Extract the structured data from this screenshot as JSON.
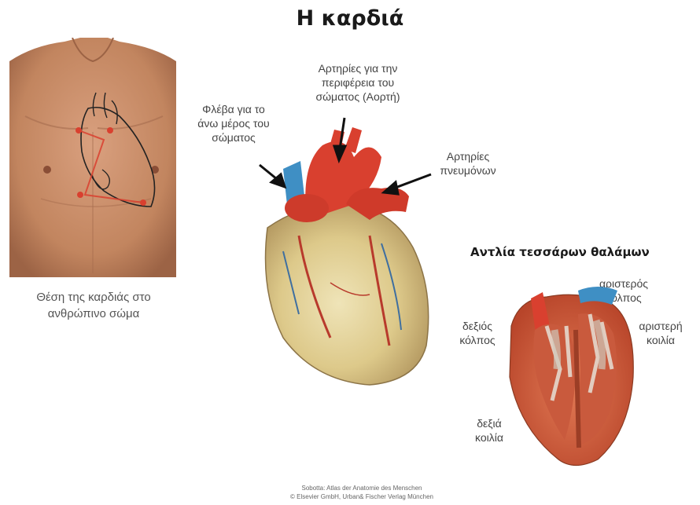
{
  "title": "Η καρδιά",
  "torso": {
    "caption_line1": "Θέση της καρδιάς στο",
    "caption_line2": "ανθρώπινο σώμα"
  },
  "heart_labels": {
    "aorta_line1": "Αρτηρίες για την",
    "aorta_line2": "περιφέρεια του",
    "aorta_line3": "σώματος (Αορτή)",
    "vein_line1": "Φλέβα για το",
    "vein_line2": "άνω μέρος του",
    "vein_line3": "σώματος",
    "pulmonary_line1": "Αρτηρίες",
    "pulmonary_line2": "πνευμόνων"
  },
  "pump": {
    "title": "Αντλία τεσσάρων θαλάμων",
    "left_atrium_line1": "αριστερός",
    "left_atrium_line2": "κόλπος",
    "right_atrium_line1": "δεξιός",
    "right_atrium_line2": "κόλπος",
    "left_ventricle_line1": "αριστερή",
    "left_ventricle_line2": "κοιλία",
    "right_ventricle_line1": "δεξιά",
    "right_ventricle_line2": "κοιλία"
  },
  "credit": {
    "line1": "Sobotta: Atlas der Anatomie des Menschen",
    "line2": "© Elsevier GmbH, Urban& Fischer Verlag München"
  },
  "colors": {
    "skin": "#c98e6c",
    "skin_shadow": "#a8694b",
    "heart_red": "#d9402f",
    "heart_yellow": "#e8d9a0",
    "vein_blue": "#3f8fc4",
    "muscle": "#cf5a3a"
  }
}
